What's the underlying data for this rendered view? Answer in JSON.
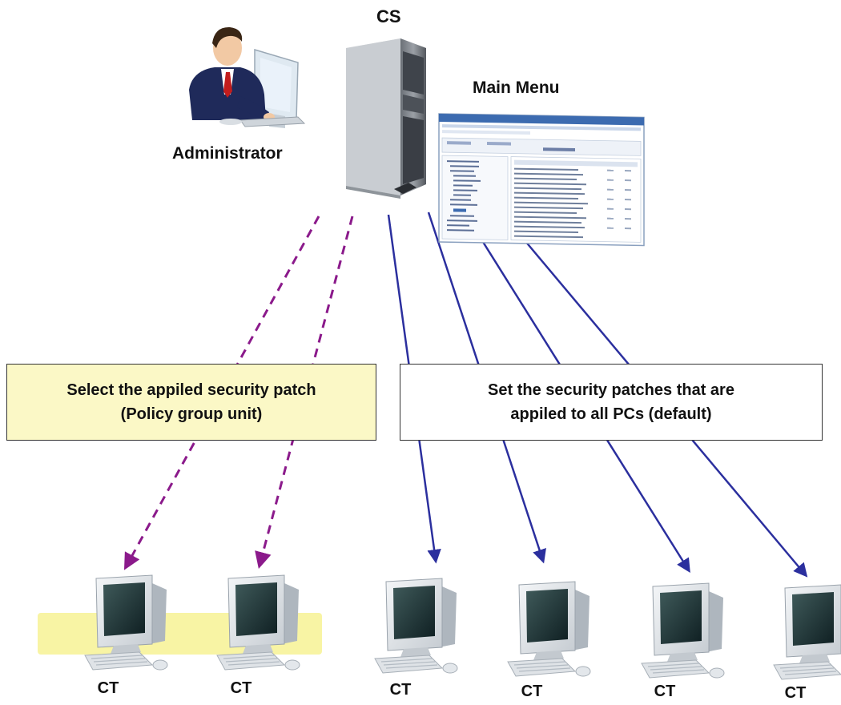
{
  "nodes": {
    "server": {
      "label": "CS"
    },
    "administrator": {
      "label": "Administrator"
    },
    "main_menu": {
      "label": "Main Menu"
    }
  },
  "callouts": {
    "policy": {
      "line1": "Select the appiled security patch",
      "line2": "(Policy group unit)"
    },
    "default": {
      "line1": "Set the security patches that are",
      "line2": "appiled to all PCs (default)"
    }
  },
  "clients": [
    {
      "label": "CT",
      "policy_group": true
    },
    {
      "label": "CT",
      "policy_group": true
    },
    {
      "label": "CT",
      "policy_group": false
    },
    {
      "label": "CT",
      "policy_group": false
    },
    {
      "label": "CT",
      "policy_group": false
    },
    {
      "label": "CT",
      "policy_group": false
    }
  ],
  "colors": {
    "policy_arrow": "#8b1a8b",
    "default_arrow": "#2b2f9e",
    "policy_box": "#fbf8c6",
    "policy_highlight": "#f8f4a4"
  }
}
